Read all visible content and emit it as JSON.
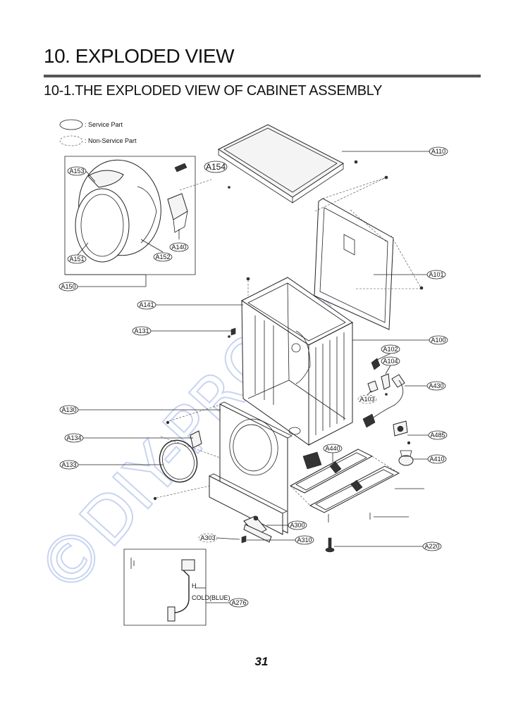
{
  "header": {
    "title": "10. EXPLODED VIEW",
    "subtitle": "10-1.THE EXPLODED VIEW OF CABINET ASSEMBLY"
  },
  "legend": {
    "service_part": ": Service Part",
    "non_service_part": ": Non-Service Part"
  },
  "watermark": "©DIY-PROFI.cz",
  "callouts": {
    "A110": "A110",
    "A154": "A154",
    "A153": "A153",
    "A140": "A140",
    "A152": "A152",
    "A151": "A151",
    "A150": "A150",
    "A101": "A101",
    "A141": "A141",
    "A131": "A131",
    "A100": "A100",
    "A102": "A102",
    "A104": "A104",
    "A430": "A430",
    "A103": "A103",
    "A130": "A130",
    "A485": "A485",
    "A134": "A134",
    "A440": "A440",
    "A410": "A410",
    "A133": "A133",
    "A300": "A300",
    "A303": "A303",
    "A310": "A310",
    "A220": "A220",
    "A276": "A276"
  },
  "inset": {
    "hot_label": "H",
    "cold_label": "COLD(BLUE)"
  },
  "page_number": "31"
}
